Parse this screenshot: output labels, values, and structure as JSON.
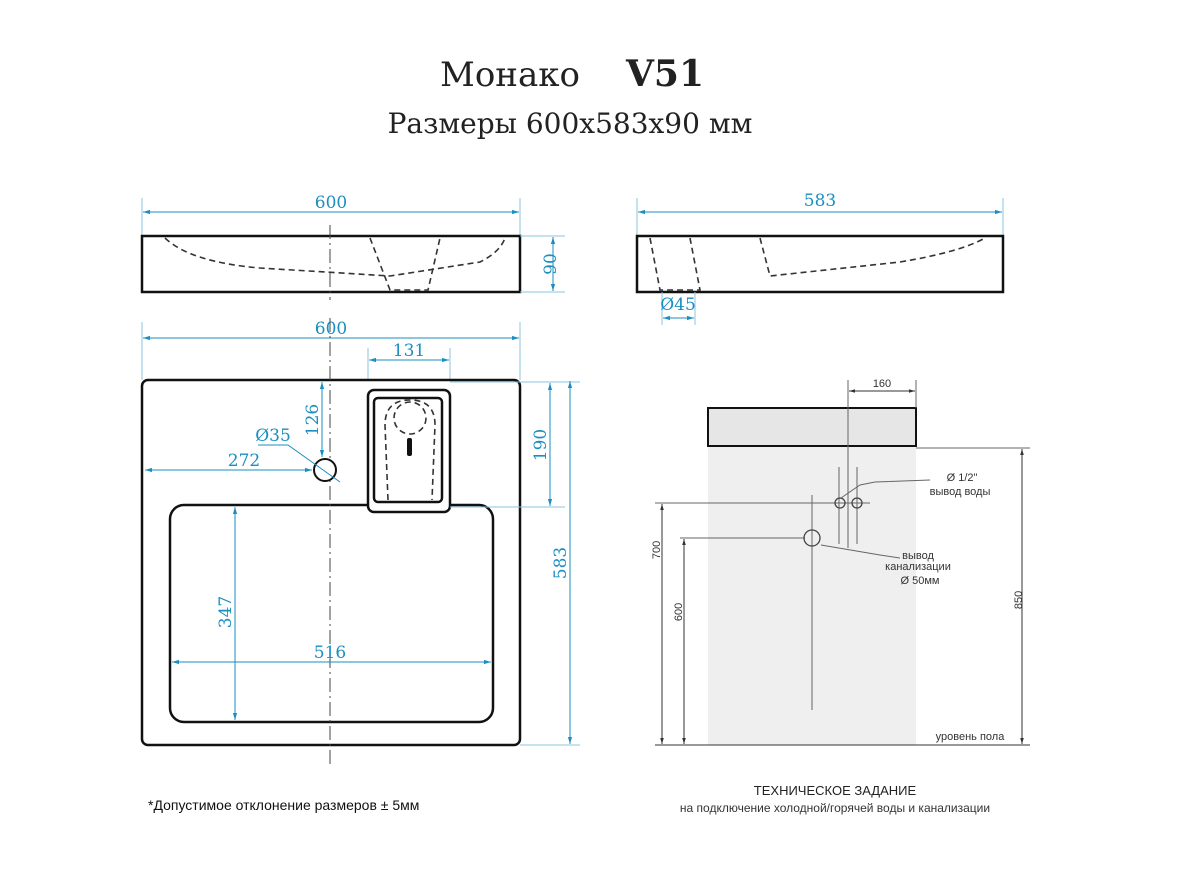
{
  "title": {
    "model": "Монако",
    "code": "V51",
    "subtitle": "Размеры 600x583x90 мм"
  },
  "side_front": {
    "width": "600",
    "height": "90"
  },
  "side_profile": {
    "depth": "583",
    "drain_diameter": "Ø45"
  },
  "plan": {
    "width": "600",
    "faucet_width": "131",
    "hole_offset_y": "126",
    "hole_diameter": "Ø35",
    "hole_offset_x": "272",
    "faucet_depth": "190",
    "depth": "583",
    "bowl_depth": "347",
    "bowl_width": "516"
  },
  "tech": {
    "offset": "160",
    "water_label_1": "Ø 1/2\"",
    "water_label_2": "вывод воды",
    "drain_label_1": "вывод",
    "drain_label_2": "канализации",
    "drain_label_3": "Ø 50мм",
    "h_water": "700",
    "h_drain": "600",
    "h_sink": "850",
    "floor": "уровень пола",
    "heading": "ТЕХНИЧЕСКОЕ ЗАДАНИЕ",
    "subheading": "на подключение холодной/горячей воды и канализации"
  },
  "note": "*Допустимое отклонение размеров ± 5мм",
  "colors": {
    "dimension": "#1a8fc0",
    "outline": "#111111"
  }
}
